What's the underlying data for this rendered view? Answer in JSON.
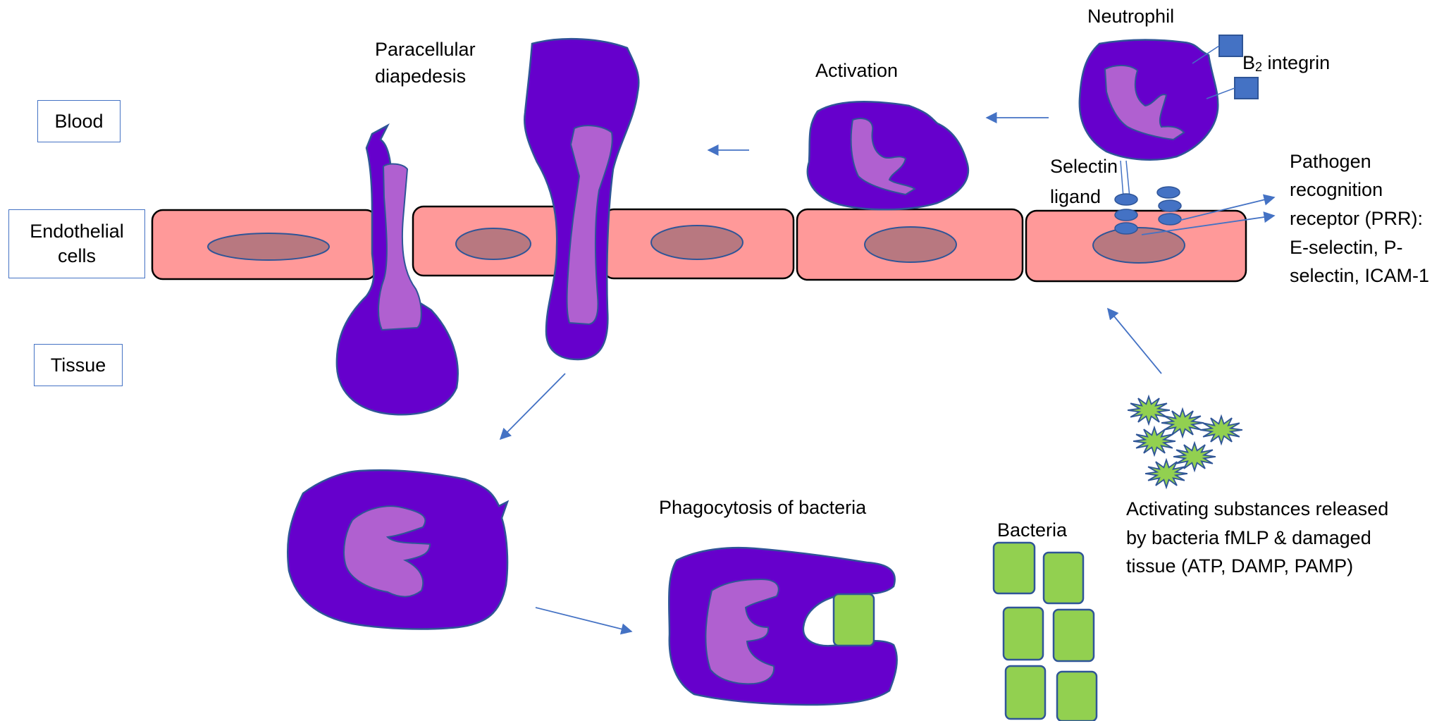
{
  "labels": {
    "blood": "Blood",
    "endothelial": "Endothelial",
    "cells": "cells",
    "tissue": "Tissue",
    "paracellular": "Paracellular",
    "diapedesis": "diapedesis",
    "activation": "Activation",
    "neutrophil": "Neutrophil",
    "b2_b": "B",
    "b2_sub": "2",
    "b2_rest": " integrin",
    "selectin": "Selectin",
    "ligand": "ligand",
    "prr_1": "Pathogen",
    "prr_2": "recognition",
    "prr_3": "receptor (PRR):",
    "prr_4": "E-selectin, P-",
    "prr_5": "selectin, ICAM-1",
    "phago": "Phagocytosis of bacteria",
    "bacteria": "Bacteria",
    "subst_1": "Activating substances released",
    "subst_2": "by bacteria fMLP & damaged",
    "subst_3": "tissue (ATP, DAMP, PAMP)"
  },
  "colors": {
    "cell_body": "#6600cc",
    "nucleus": "#b060d0",
    "endothelium": "#ff9999",
    "endo_nucleus": "#b87880",
    "arrow": "#4472c4",
    "bacterium": "#92d050",
    "star": "#92d050",
    "outline": "#2f5597"
  }
}
